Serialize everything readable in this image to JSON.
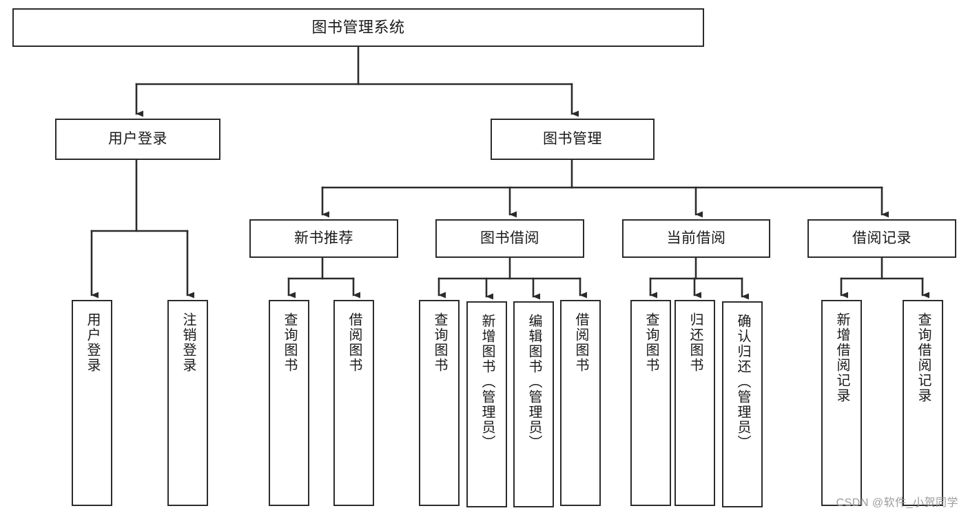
{
  "diagram": {
    "title": "图书管理系统",
    "type": "tree",
    "orientation": "top-down",
    "line_color": "#2b2b2b",
    "box_fill": "#ffffff",
    "box_stroke": "#2b2b2b",
    "nodes": {
      "root": {
        "label": "图书管理系统"
      },
      "level2": [
        {
          "id": "user-login",
          "label": "用户登录"
        },
        {
          "id": "book-manage",
          "label": "图书管理"
        }
      ],
      "level3": [
        {
          "id": "new-book-recommend",
          "label": "新书推荐"
        },
        {
          "id": "book-borrow",
          "label": "图书借阅"
        },
        {
          "id": "current-borrow",
          "label": "当前借阅"
        },
        {
          "id": "borrow-record",
          "label": "借阅记录"
        }
      ],
      "leaves": {
        "user-login": [
          {
            "id": "leaf-user-login",
            "label": "用户登录"
          },
          {
            "id": "leaf-user-logout",
            "label": "注销登录"
          }
        ],
        "new-book-recommend": [
          {
            "id": "leaf-query-book-1",
            "label": "查询图书"
          },
          {
            "id": "leaf-borrow-book-1",
            "label": "借阅图书"
          }
        ],
        "book-borrow": [
          {
            "id": "leaf-query-book-2",
            "label": "查询图书"
          },
          {
            "id": "leaf-add-book",
            "label": "新增图书（管理员）"
          },
          {
            "id": "leaf-edit-book",
            "label": "编辑图书（管理员）"
          },
          {
            "id": "leaf-borrow-book-2",
            "label": "借阅图书"
          }
        ],
        "current-borrow": [
          {
            "id": "leaf-query-book-3",
            "label": "查询图书"
          },
          {
            "id": "leaf-return-book",
            "label": "归还图书"
          },
          {
            "id": "leaf-confirm-return",
            "label": "确认归还（管理员）"
          }
        ],
        "borrow-record": [
          {
            "id": "leaf-add-record",
            "label": "新增借阅记录"
          },
          {
            "id": "leaf-query-record",
            "label": "查询借阅记录"
          }
        ]
      }
    }
  },
  "watermark": {
    "text": "CSDN @软件_小贺同学",
    "color": "#9b9b9b"
  }
}
